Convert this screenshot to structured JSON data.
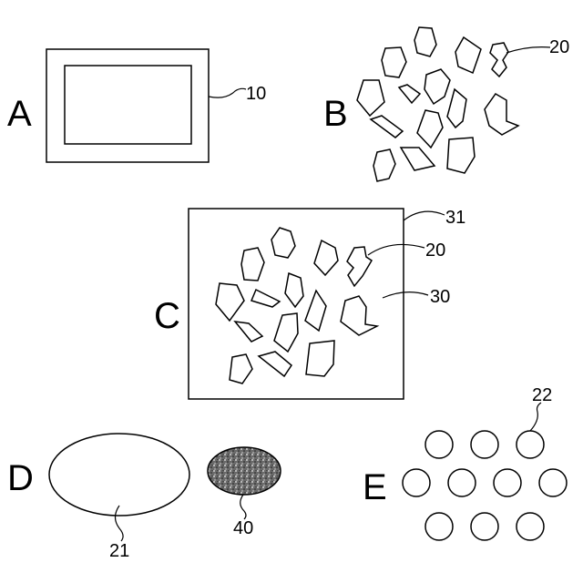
{
  "panels": {
    "a": {
      "letter": "A",
      "ref_outer": "10"
    },
    "b": {
      "letter": "B",
      "ref_particle": "20"
    },
    "c": {
      "letter": "C",
      "ref_box": "31",
      "ref_particle": "20",
      "ref_matrix": "30"
    },
    "d": {
      "letter": "D",
      "ref_ellipse": "21",
      "ref_dark": "40"
    },
    "e": {
      "letter": "E",
      "ref_circle": "22"
    }
  },
  "colors": {
    "line": "#000000",
    "background": "#ffffff",
    "dark_fill": "#555555"
  }
}
